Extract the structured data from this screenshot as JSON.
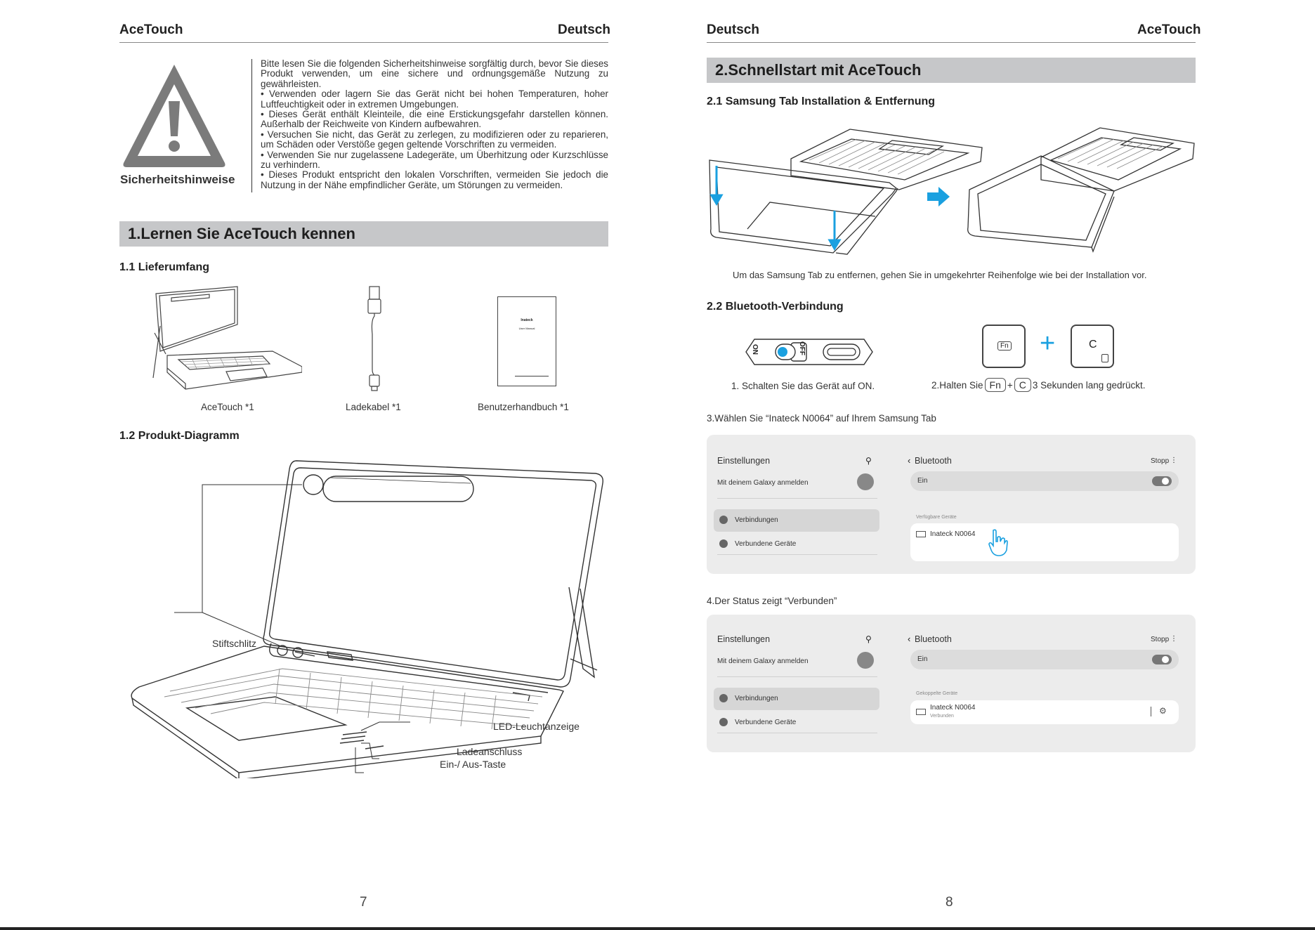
{
  "left": {
    "brand": "AceTouch",
    "lang": "Deutsch",
    "safety_title": "Sicherheitshinweise",
    "safety_lines": [
      "Bitte lesen Sie die folgenden Sicherheitshinweise sorgfältig durch, bevor Sie dieses Produkt verwenden, um eine sichere und ordnungsgemäße Nutzung zu gewährleisten.",
      "• Verwenden oder lagern Sie das Gerät nicht bei hohen Temperaturen, hoher Luftfeuchtigkeit oder in extremen Umgebungen.",
      "• Dieses Gerät enthält Kleinteile, die eine Erstickungsgefahr darstellen können. Außerhalb der Reichweite von Kindern aufbewahren.",
      "• Versuchen Sie nicht, das Gerät zu zerlegen, zu modifizieren oder zu reparieren, um Schäden oder Verstöße gegen geltende Vorschriften zu vermeiden.",
      "• Verwenden Sie nur zugelassene Ladegeräte, um Überhitzung oder Kurzschlüsse zu verhindern.",
      "• Dieses Produkt entspricht den lokalen Vorschriften, vermeiden Sie jedoch die Nutzung in der Nähe empfindlicher Geräte, um Störungen zu vermeiden."
    ],
    "section1": "1.Lernen Sie AceTouch  kennen",
    "sub11": "1.1 Lieferumfang",
    "items": [
      "AceTouch *1",
      "Ladekabel *1",
      "Benutzerhandbuch *1"
    ],
    "manual_brand": "Inateck",
    "manual_title": "User Manual",
    "sub12": "1.2 Produkt-Diagramm",
    "callouts": {
      "pen": "Stiftschlitz",
      "led": "LED-Leuchtanzeige",
      "port": "Ladeanschluss",
      "power": "Ein-/ Aus-Taste"
    },
    "page": "7"
  },
  "right": {
    "lang": "Deutsch",
    "brand": "AceTouch",
    "section2": "2.Schnellstart mit AceTouch",
    "sub21": "2.1 Samsung Tab Installation & Entfernung",
    "remove_note": "Um das Samsung Tab zu entfernen, gehen Sie in umgekehrter Reihenfolge wie bei der Installation vor.",
    "sub22": "2.2 Bluetooth-Verbindung",
    "switch_on": "ON",
    "switch_off": "OFF",
    "key_fn": "Fn",
    "key_c": "C",
    "step1": "1. Schalten Sie das Gerät auf ON.",
    "step2_pre": "2.Halten Sie",
    "step2_plus": "+",
    "step2_post": "3 Sekunden lang gedrückt.",
    "step3": "3.Wählen Sie “Inateck N0064” auf Ihrem Samsung Tab",
    "step4": "4.Der Status zeigt “Verbunden”",
    "screen1": {
      "settings": "Einstellungen",
      "signin": "Mit deinem Galaxy anmelden",
      "connections": "Verbindungen",
      "connected_devices": "Verbundene Geräte",
      "bluetooth": "Bluetooth",
      "stop": "Stopp",
      "on": "Ein",
      "list_label": "Verfügbare Geräte",
      "device": "Inateck N0064"
    },
    "screen2": {
      "settings": "Einstellungen",
      "signin": "Mit deinem Galaxy anmelden",
      "connections": "Verbindungen",
      "connected_devices": "Verbundene Geräte",
      "bluetooth": "Bluetooth",
      "stop": "Stopp",
      "on": "Ein",
      "list_label": "Gekoppelte Geräte",
      "device": "Inateck N0064",
      "device_status": "Verbunden"
    },
    "page": "8"
  },
  "colors": {
    "accent": "#1aa0e0",
    "bar": "#c6c7c9",
    "panel": "#ececec"
  }
}
